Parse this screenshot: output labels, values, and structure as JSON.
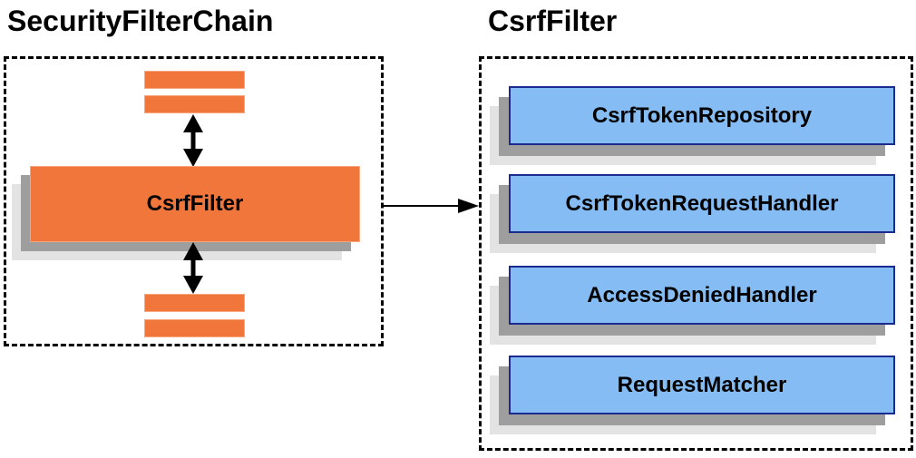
{
  "diagram": {
    "left_panel": {
      "title": "SecurityFilterChain",
      "filter_node_label": "CsrfFilter"
    },
    "right_panel": {
      "title": "CsrfFilter",
      "components": [
        {
          "label": "CsrfTokenRepository"
        },
        {
          "label": "CsrfTokenRequestHandler"
        },
        {
          "label": "AccessDeniedHandler"
        },
        {
          "label": "RequestMatcher"
        }
      ]
    },
    "colors": {
      "node_orange": "#F1763C",
      "node_orange_border": "#F8A67D",
      "component_blue_fill": "#85BCF4",
      "component_blue_border": "#1B2A8F",
      "shadow_gray": "#9E9E9E",
      "shadow_light_gray": "#E3E3E3",
      "outline_black": "#000000",
      "text_black": "#000000"
    }
  }
}
